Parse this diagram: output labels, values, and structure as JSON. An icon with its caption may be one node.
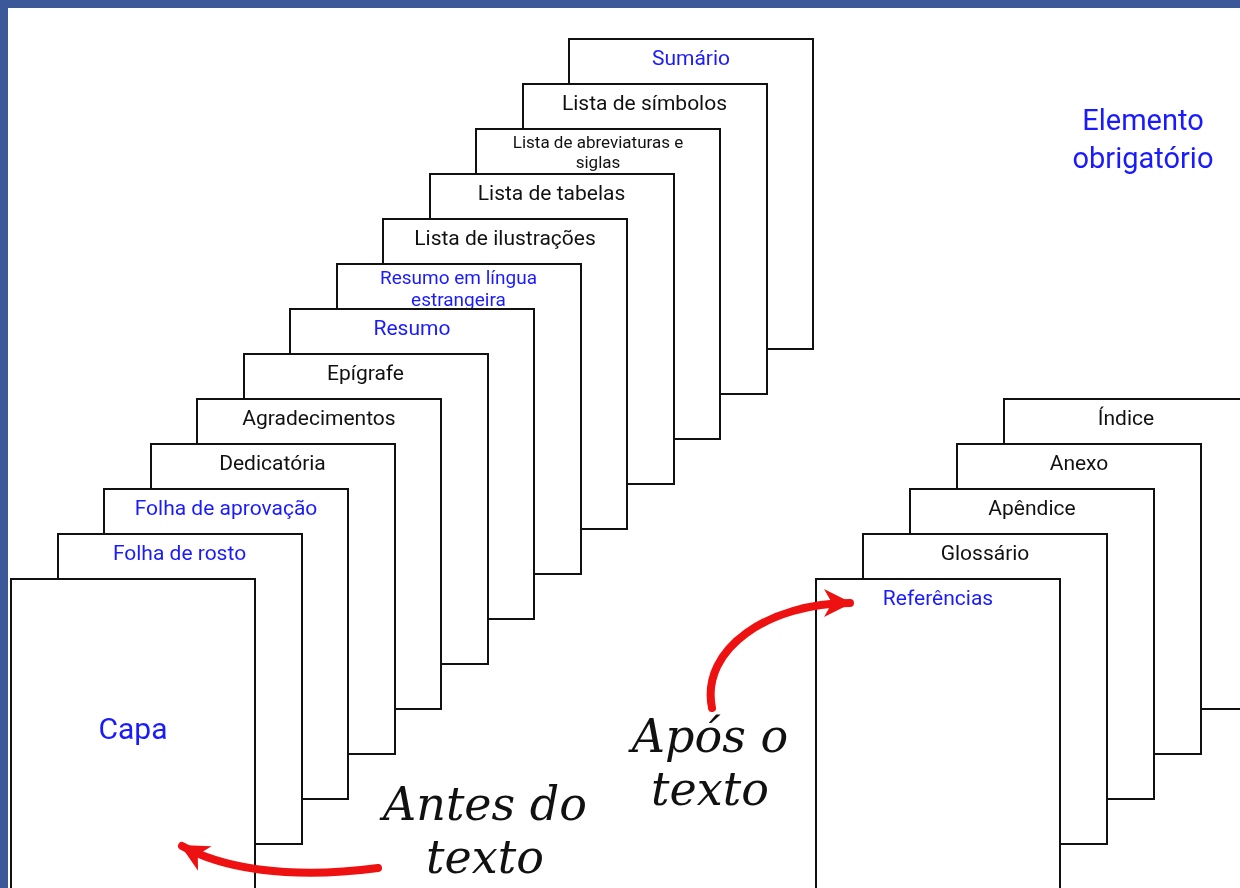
{
  "diagram": {
    "nodes": [
      {
        "text": [
          "Capa"
        ]
      },
      {
        "text": [
          "Folha de rosto"
        ]
      },
      {
        "text": [
          "Folha de aprovação"
        ]
      },
      {
        "text": [
          "Dedicatória"
        ]
      },
      {
        "text": [
          "Agradecimentos"
        ]
      },
      {
        "text": [
          "Epígrafe"
        ]
      },
      {
        "text": [
          "Resumo"
        ]
      },
      {
        "text": [
          "Resumo em língua estrangeira"
        ]
      },
      {
        "text": [
          "Lista de ilustrações"
        ]
      },
      {
        "text": [
          "Lista de tabelas"
        ]
      },
      {
        "text": [
          "Lista de abreviaturas e siglas"
        ]
      },
      {
        "text": [
          "Lista de símbolos"
        ]
      },
      {
        "text": [
          "Sumário"
        ]
      },
      {
        "text": [
          "Referências"
        ]
      },
      {
        "text": [
          "Glossário"
        ]
      },
      {
        "text": [
          "Apêndice"
        ]
      },
      {
        "text": [
          "Anexo"
        ]
      },
      {
        "text": [
          "Índice"
        ]
      },
      {
        "text": [
          "Antes do texto"
        ]
      },
      {
        "text": [
          "Após o texto"
        ]
      }
    ],
    "edges": [
      {
        "from": 18,
        "to": 0,
        "arrow": "to"
      },
      {
        "from": 19,
        "to": 13,
        "arrow": "to"
      }
    ],
    "labels": [
      "Elemento obrigatório"
    ]
  }
}
